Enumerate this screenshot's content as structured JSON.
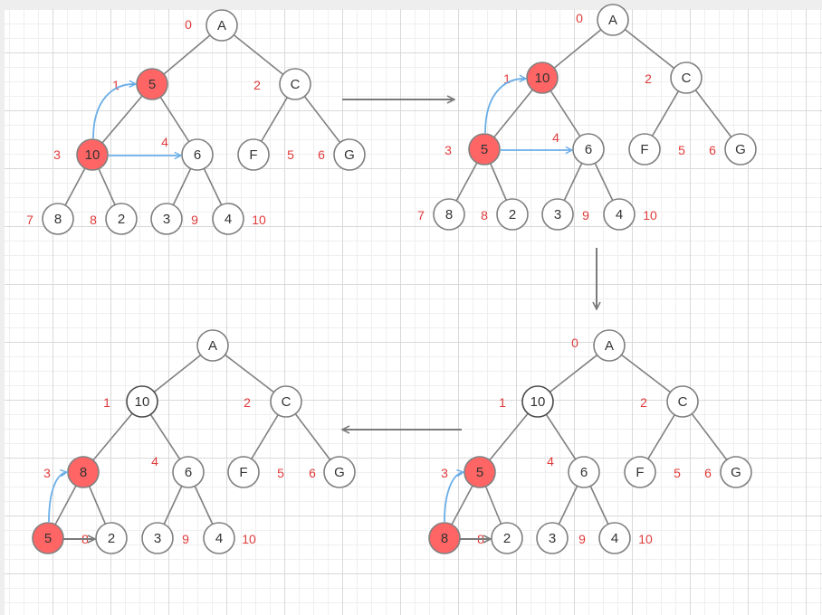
{
  "colors": {
    "highlight": "#ff6565",
    "index_label": "#e03a3a",
    "swap_arrow": "#6aaee8",
    "edge": "#808080"
  },
  "panels": [
    {
      "name": "panel-top-left",
      "nodes": [
        {
          "label": "A",
          "index": "0"
        },
        {
          "label": "5",
          "index": "1",
          "highlight": true
        },
        {
          "label": "C",
          "index": "2"
        },
        {
          "label": "10",
          "index": "3",
          "highlight": true
        },
        {
          "label": "6",
          "index": "4"
        },
        {
          "label": "F",
          "index": "5"
        },
        {
          "label": "G",
          "index": "6"
        },
        {
          "label": "8",
          "index": "7"
        },
        {
          "label": "2",
          "index": "8"
        },
        {
          "label": "3",
          "index": "9"
        },
        {
          "label": "4",
          "index": "10"
        }
      ]
    },
    {
      "name": "panel-top-right",
      "nodes": [
        {
          "label": "A",
          "index": "0"
        },
        {
          "label": "10",
          "index": "1",
          "highlight": true
        },
        {
          "label": "C",
          "index": "2"
        },
        {
          "label": "5",
          "index": "3",
          "highlight": true
        },
        {
          "label": "6",
          "index": "4"
        },
        {
          "label": "F",
          "index": "5"
        },
        {
          "label": "G",
          "index": "6"
        },
        {
          "label": "8",
          "index": "7"
        },
        {
          "label": "2",
          "index": "8"
        },
        {
          "label": "3",
          "index": "9"
        },
        {
          "label": "4",
          "index": "10"
        }
      ]
    },
    {
      "name": "panel-bottom-right",
      "nodes": [
        {
          "label": "A",
          "index": "0"
        },
        {
          "label": "10",
          "index": "1"
        },
        {
          "label": "C",
          "index": "2"
        },
        {
          "label": "5",
          "index": "3",
          "highlight": true
        },
        {
          "label": "6",
          "index": "4"
        },
        {
          "label": "F",
          "index": "5"
        },
        {
          "label": "G",
          "index": "6"
        },
        {
          "label": "8",
          "index": "",
          "highlight": true
        },
        {
          "label": "2",
          "index": "8"
        },
        {
          "label": "3",
          "index": "9"
        },
        {
          "label": "4",
          "index": "10"
        }
      ]
    },
    {
      "name": "panel-bottom-left",
      "nodes": [
        {
          "label": "A",
          "index": ""
        },
        {
          "label": "10",
          "index": "1"
        },
        {
          "label": "C",
          "index": "2"
        },
        {
          "label": "8",
          "index": "3",
          "highlight": true
        },
        {
          "label": "6",
          "index": "4"
        },
        {
          "label": "F",
          "index": "5"
        },
        {
          "label": "G",
          "index": "6"
        },
        {
          "label": "5",
          "index": "",
          "highlight": true
        },
        {
          "label": "2",
          "index": "8"
        },
        {
          "label": "3",
          "index": "9"
        },
        {
          "label": "4",
          "index": "10"
        }
      ]
    }
  ],
  "transitions": [
    {
      "from": "panel-top-left",
      "to": "panel-top-right"
    },
    {
      "from": "panel-top-right",
      "to": "panel-bottom-right"
    },
    {
      "from": "panel-bottom-right",
      "to": "panel-bottom-left"
    }
  ]
}
